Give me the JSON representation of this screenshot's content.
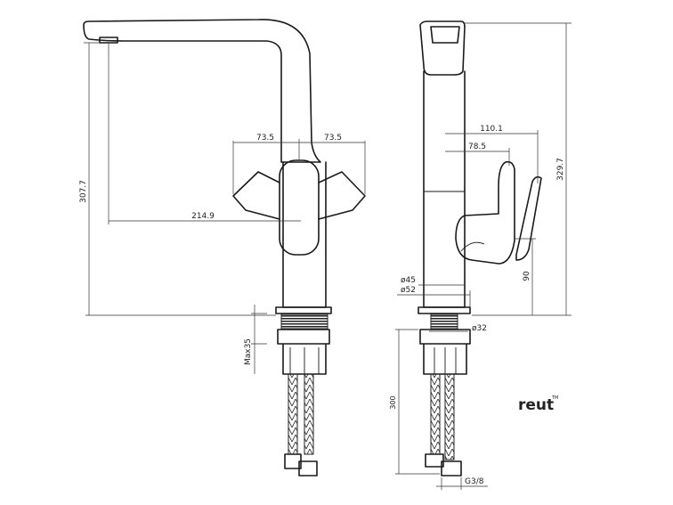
{
  "front_view": {
    "height_total": "307.7",
    "spout_reach": "214.9",
    "handle_left": "73.5",
    "handle_right": "73.5",
    "max_mount": "Max35"
  },
  "side_view": {
    "height_total": "329.7",
    "reach_outer": "110.1",
    "reach_inner": "78.5",
    "lever_height": "90",
    "dia_body": "ø45",
    "dia_base": "ø52",
    "dia_shank": "ø32",
    "hose_length": "300",
    "thread": "G3/8"
  },
  "brand": {
    "name": "reut",
    "mark": "TM"
  }
}
